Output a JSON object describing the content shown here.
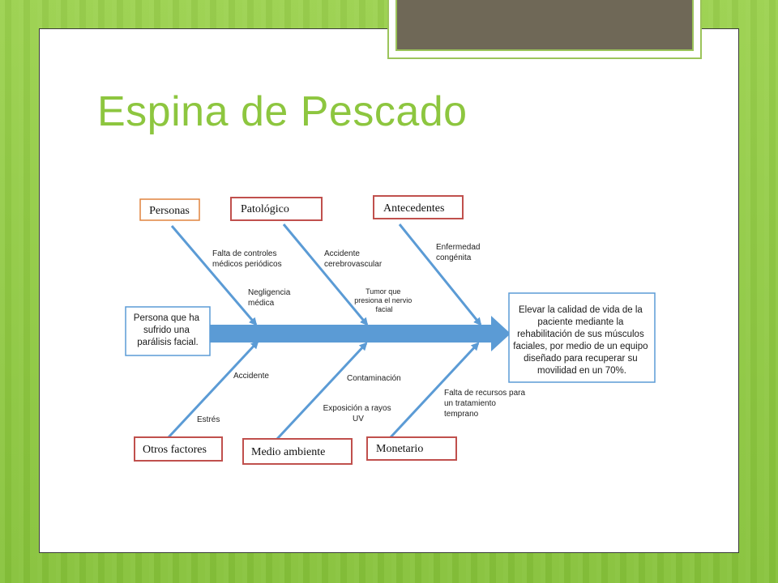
{
  "slide_title": "Espina de Pescado",
  "colors": {
    "title": "#8dc63f",
    "arrow": "#5b9bd5",
    "category_border": "#c0504d",
    "personas_border": "#e0843f",
    "box_border": "#5b9bd5"
  },
  "diagram": {
    "head_text": [
      "Elevar la calidad de vida de la",
      "paciente mediante la",
      "rehabilitación de sus músculos",
      "faciales, por medio de un equipo",
      "diseñado para recuperar su",
      "movilidad en un 70%."
    ],
    "tail_text": [
      "Persona que ha",
      "sufrido una",
      "parálisis facial."
    ],
    "categories": {
      "personas": "Personas",
      "patologico": "Patológico",
      "antecedentes": "Antecedentes",
      "otros_factores": "Otros factores",
      "medio_ambiente": "Medio ambiente",
      "monetario": "Monetario"
    },
    "causes": {
      "falta_controles": [
        "Falta  de  controles",
        "médicos periódicos"
      ],
      "negligencia": [
        "Negligencia",
        "médica"
      ],
      "accidente_cerebro": [
        "Accidente",
        "cerebrovascular"
      ],
      "tumor": [
        "Tumor que",
        "presiona el nervio",
        "facial"
      ],
      "enfermedad": [
        "Enfermedad",
        "congénita"
      ],
      "accidente": [
        "Accidente"
      ],
      "estres": [
        "Estrés"
      ],
      "contaminacion": [
        "Contaminación"
      ],
      "exposicion": [
        "Exposición a rayos",
        "UV"
      ],
      "falta_recursos": [
        "Falta de recursos para",
        "un tratamiento",
        "temprano"
      ]
    }
  }
}
